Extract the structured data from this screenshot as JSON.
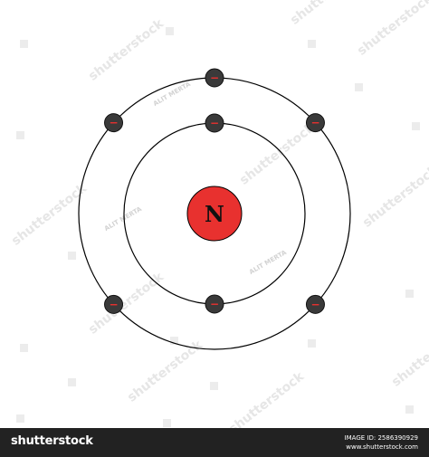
{
  "diagram": {
    "element_symbol": "N",
    "electron_symbol": "−",
    "inner_shell_electrons": 2,
    "outer_shell_electrons": 5,
    "colors": {
      "nucleus_fill": "#e8312f",
      "electron_fill": "#3a3a3a",
      "electron_sign": "#e8312f",
      "orbit_stroke": "#000000",
      "background": "#ffffff"
    }
  },
  "watermarks": {
    "stock_text": "shutterstock",
    "author_text": "ALIT MERTA",
    "color": "#e6e6e6"
  },
  "footer": {
    "logo_text": "shutterstock",
    "image_id_line": "IMAGE ID: 2586390929",
    "site_line": "www.shutterstock.com",
    "background": "#222222"
  }
}
